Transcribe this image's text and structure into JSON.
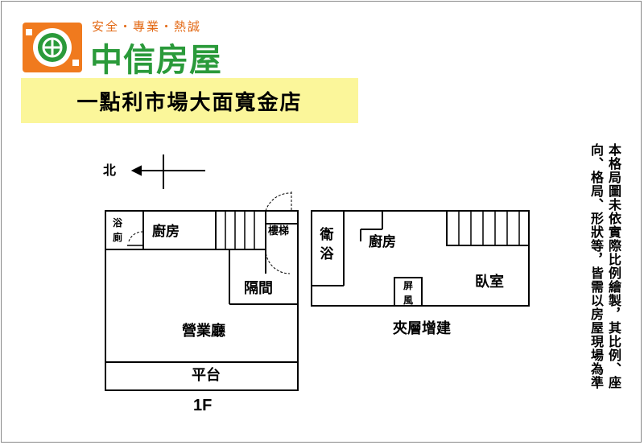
{
  "brand": {
    "slogan": "安全・專業・熱誠",
    "name": "中信房屋",
    "colors": {
      "orange": "#f07a1e",
      "green": "#2a9a3a"
    }
  },
  "store": {
    "name": "一點利市場大面寬金店"
  },
  "compass": {
    "north_label": "北"
  },
  "floor1": {
    "bath": "浴廁",
    "kitchen": "廚房",
    "stairs": "樓梯",
    "partition": "隔間",
    "business_hall": "營業廳",
    "platform": "平台",
    "floor_label": "1F"
  },
  "mezzanine": {
    "bathroom": "衛浴",
    "kitchen": "廚房",
    "screen": "屏風",
    "bedroom": "臥室",
    "label": "夾層增建"
  },
  "disclaimer": {
    "line1": "本格局圖未依實際比例繪製，其比例、座",
    "line2": "向、格局、形狀等，皆需以房屋現場為準"
  }
}
